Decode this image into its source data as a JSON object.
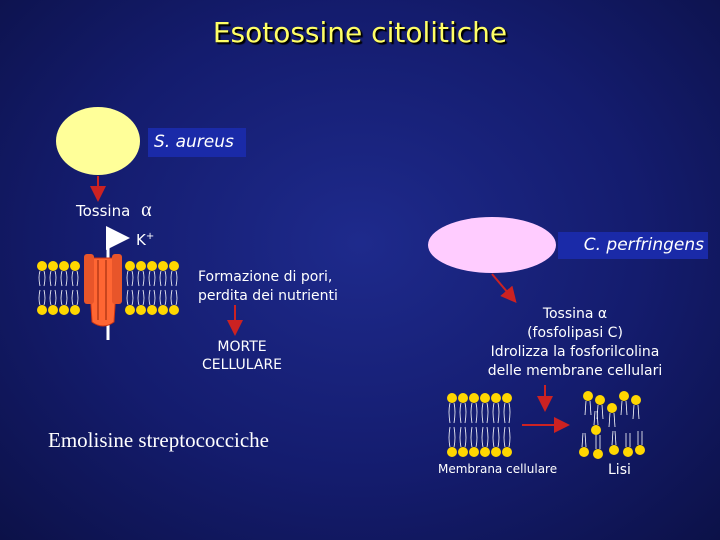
{
  "title": "Esotossine citolitiche",
  "saureus": {
    "label": "S. aureus",
    "toxin": "Tossina",
    "alpha": "α",
    "ion": "K",
    "ion_sup": "+",
    "effect_line1": "Formazione di pori,",
    "effect_line2": "perdita dei nutrienti",
    "outcome_line1": "MORTE",
    "outcome_line2": "CELLULARE"
  },
  "cperfringens": {
    "label": "C. perfringens",
    "toxin_line1": "Tossina α",
    "toxin_line2": "(fosfolipasi C)",
    "toxin_line3": "Idrolizza la fosforilcolina",
    "toxin_line4": "delle membrane cellulari",
    "membrane_label": "Membrana cellulare",
    "lysis_label": "Lisi"
  },
  "strep": {
    "heading": "Emolisine streptococciche"
  },
  "colors": {
    "title": "#ffff66",
    "saureus_cell": "#ffff99",
    "cperf_cell": "#ffccff",
    "lipid_head": "#ffd700",
    "pore": "#ff6633",
    "arrow": "#cc2222"
  }
}
